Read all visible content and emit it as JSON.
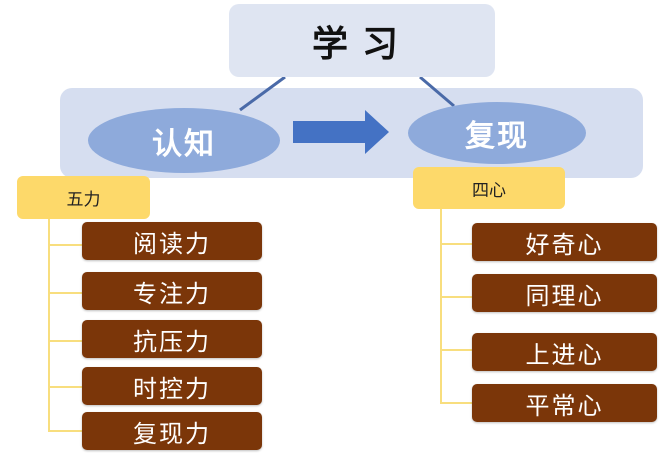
{
  "title": "学习",
  "process": {
    "from": "认知",
    "to": "复现"
  },
  "left_group": {
    "label": "五力",
    "items": [
      "阅读力",
      "专注力",
      "抗压力",
      "时控力",
      "复现力"
    ]
  },
  "right_group": {
    "label": "四心",
    "items": [
      "好奇心",
      "同理心",
      "上进心",
      "平常心"
    ]
  },
  "colors": {
    "title_box": "#dfe5f2",
    "band": "#d6def0",
    "ellipse": "#8eaadb",
    "arrow": "#4472c4",
    "category": "#fdd96a",
    "item": "#7b3609",
    "connector": "#f8de7e"
  }
}
